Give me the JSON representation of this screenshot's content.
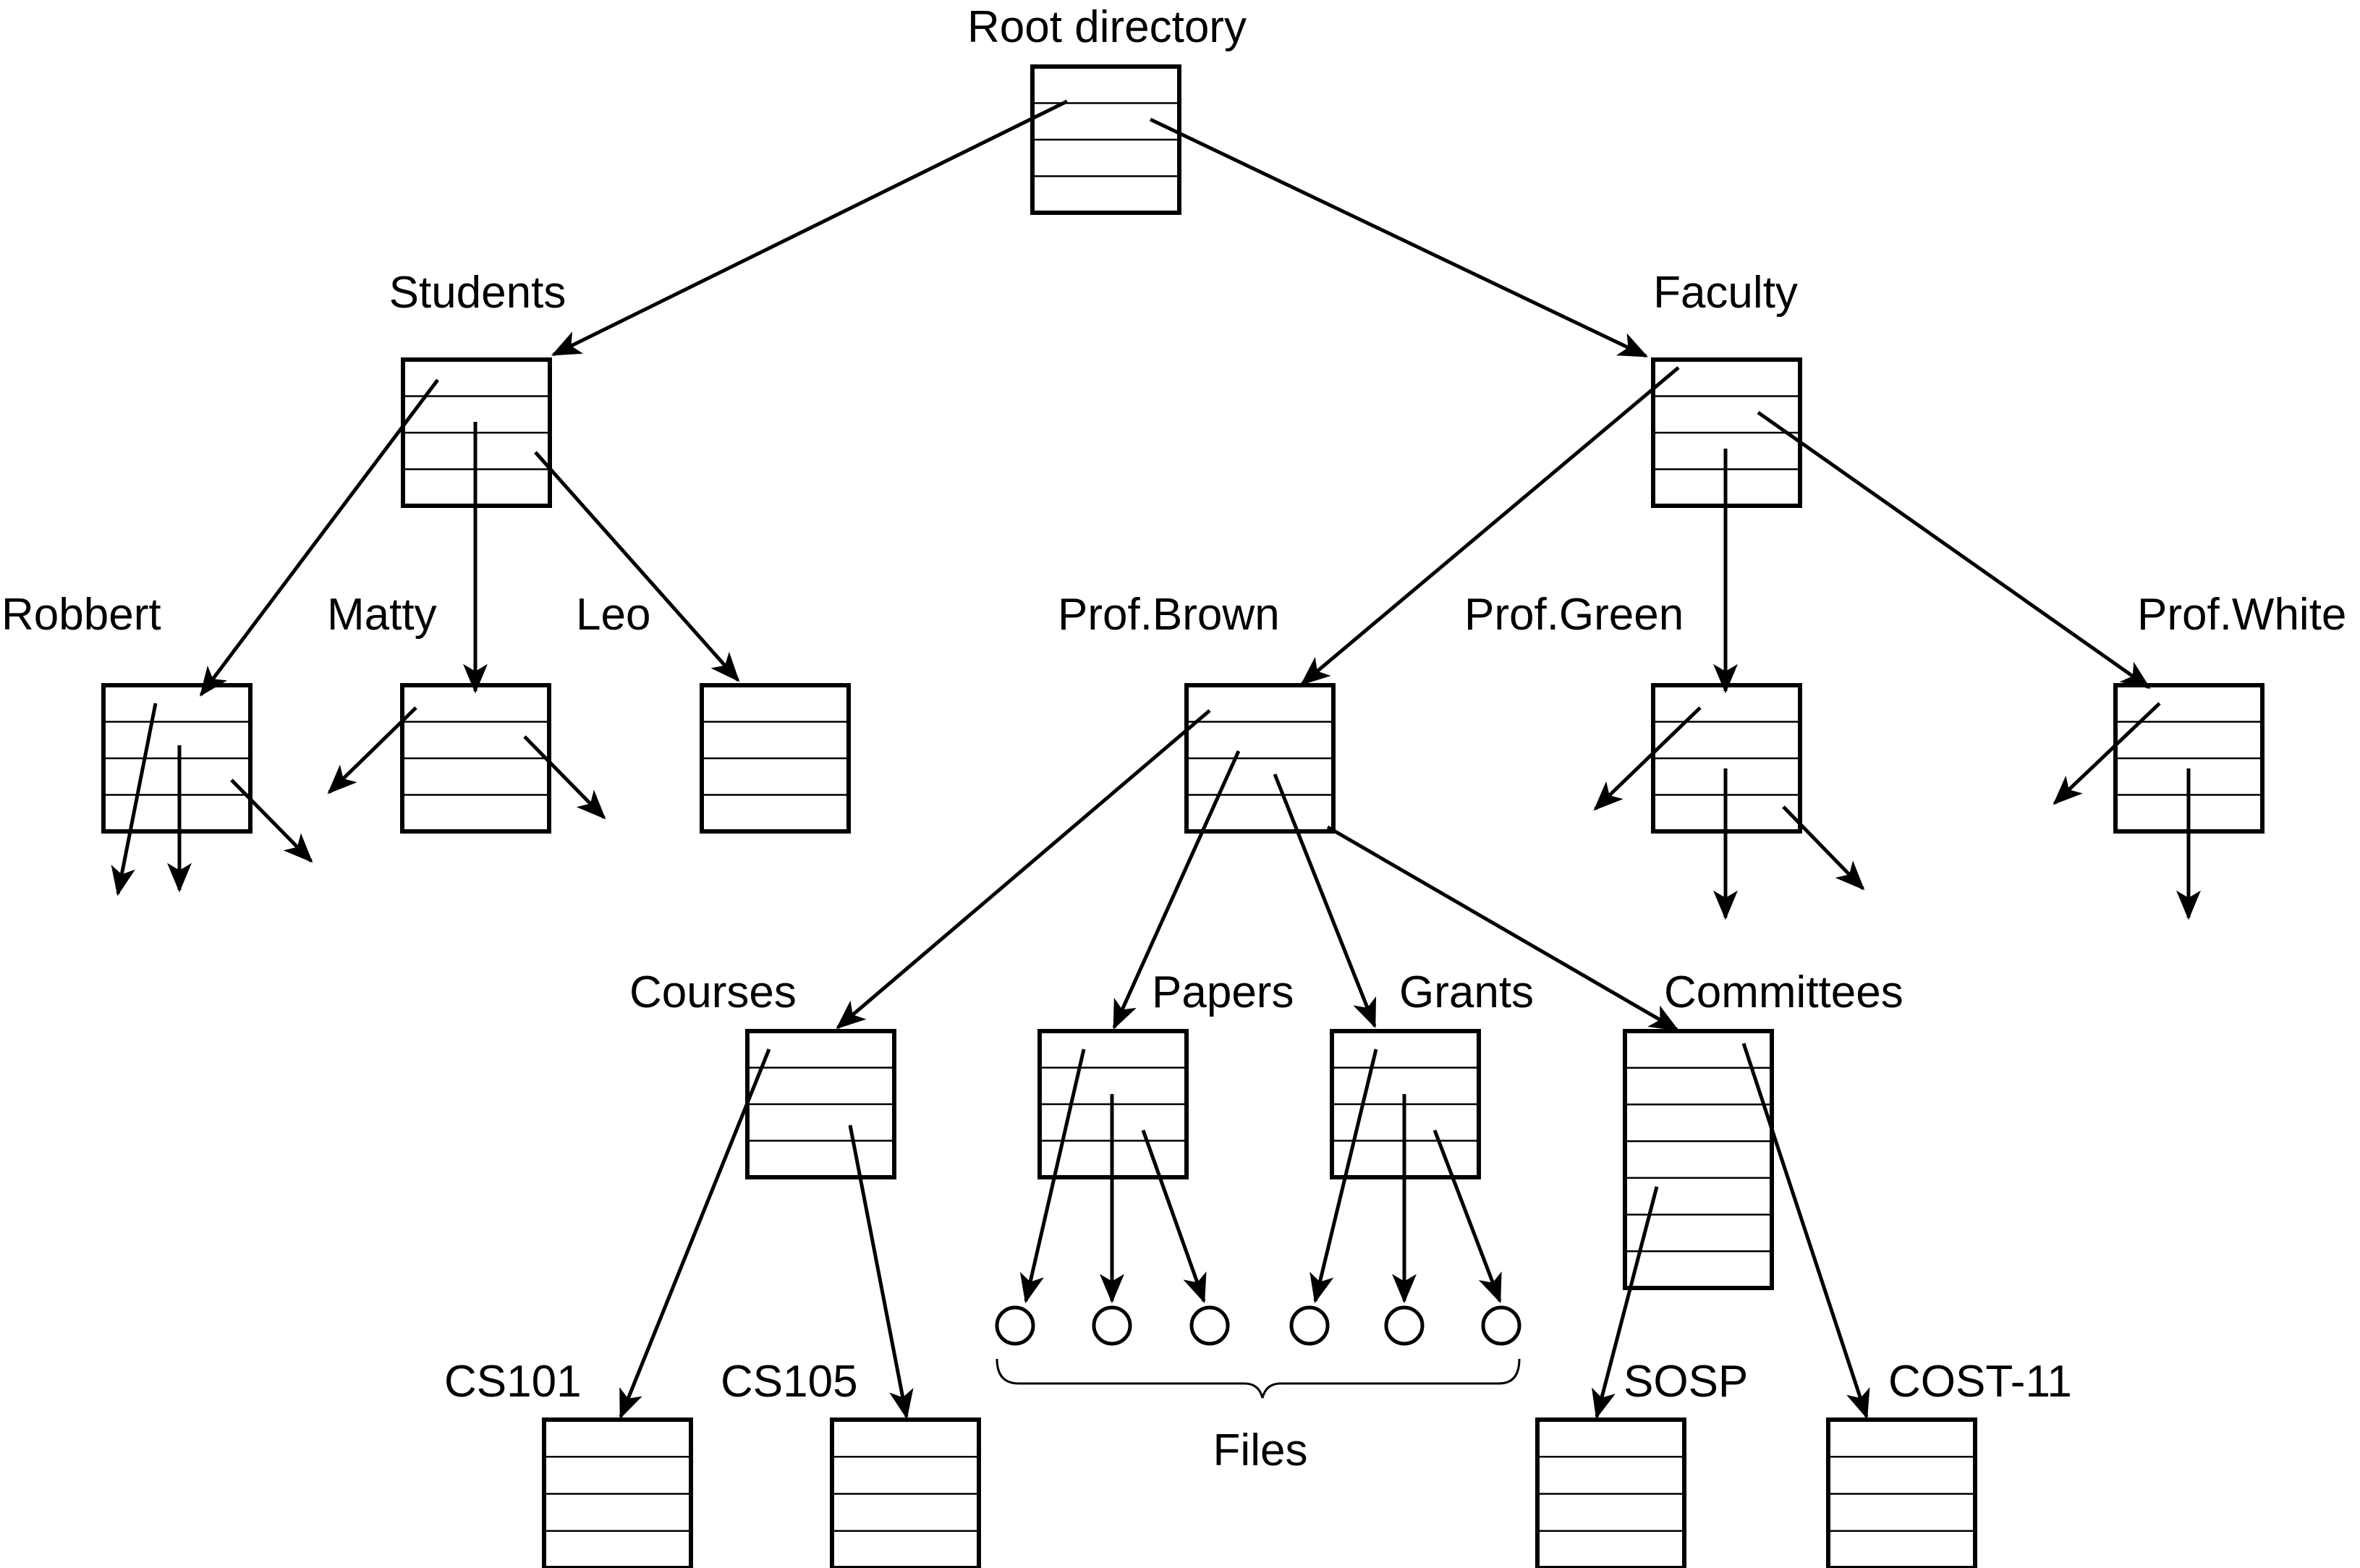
{
  "labels": {
    "root": "Root directory",
    "students": "Students",
    "faculty": "Faculty",
    "robbert": "Robbert",
    "matty": "Matty",
    "leo": "Leo",
    "prof_brown": "Prof.Brown",
    "prof_green": "Prof.Green",
    "prof_white": "Prof.White",
    "courses": "Courses",
    "papers": "Papers",
    "grants": "Grants",
    "committees": "Committees",
    "cs101": "CS101",
    "cs105": "CS105",
    "sosp": "SOSP",
    "cost11": "COST-11",
    "files": "Files"
  }
}
